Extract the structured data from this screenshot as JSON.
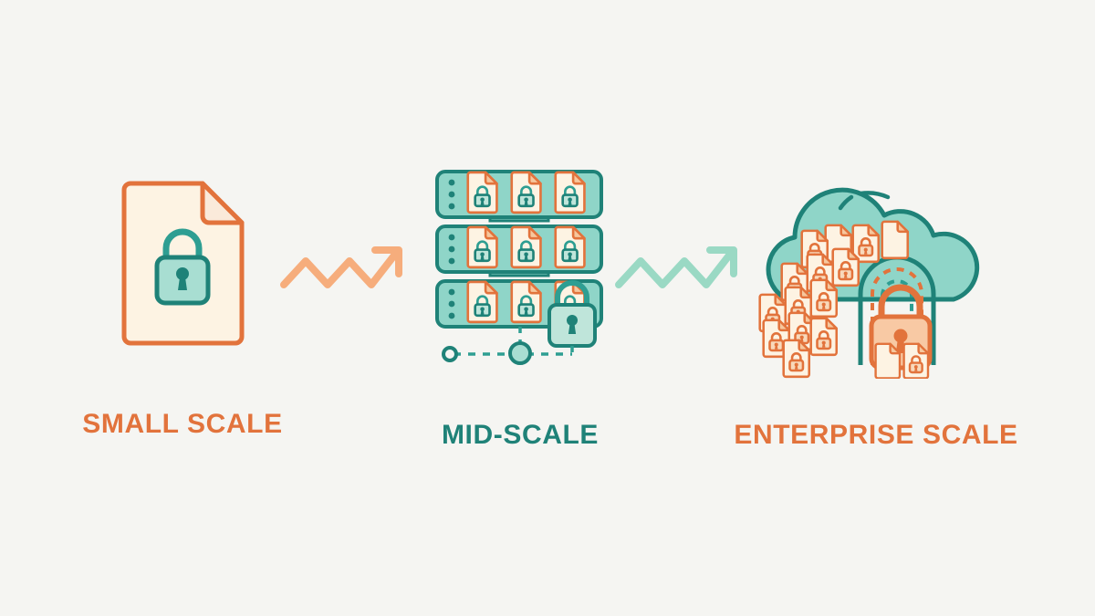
{
  "page": {
    "background_color": "#f5f5f2",
    "title": "Encryption at Scale Progression"
  },
  "palette": {
    "orange": "#e2733c",
    "orange_light": "#f6ad7c",
    "orange_pale": "#f8c9a4",
    "cream": "#fdf3e3",
    "teal_dark": "#1f8278",
    "teal": "#2e9e92",
    "mint": "#8fd5c8",
    "mint_light": "#a8ded2",
    "mint_pale": "#c9e9e0"
  },
  "stages": [
    {
      "id": "small-scale",
      "label": "SMALL SCALE",
      "label_color": "#e2733c",
      "icon": "locked-document-icon",
      "icon_description": "Single cream document with folded corner and a teal padlock"
    },
    {
      "id": "mid-scale",
      "label": "MID-SCALE",
      "label_color": "#1f8278",
      "icon": "server-rack-icon",
      "icon_description": "Three stacked teal server racks holding nine locked documents, a padlock and a dashed network line",
      "rack_count": 3,
      "documents_per_rack": 3,
      "status_dots_per_rack": 3,
      "network_nodes": 2
    },
    {
      "id": "enterprise-scale",
      "label": "ENTERPRISE SCALE",
      "label_color": "#e2733c",
      "icon": "secure-cloud-icon",
      "icon_description": "Mint cloud with a dashed security arch, a large orange padlock and many scattered locked documents",
      "scattered_documents": 14
    }
  ],
  "connectors": [
    {
      "id": "arrow-small-to-mid",
      "type": "zigzag-growth-arrow",
      "color": "#f6ad7c",
      "direction": "right-up"
    },
    {
      "id": "arrow-mid-to-enterprise",
      "type": "zigzag-growth-arrow",
      "color": "#9ad9c4",
      "direction": "right-up"
    }
  ]
}
